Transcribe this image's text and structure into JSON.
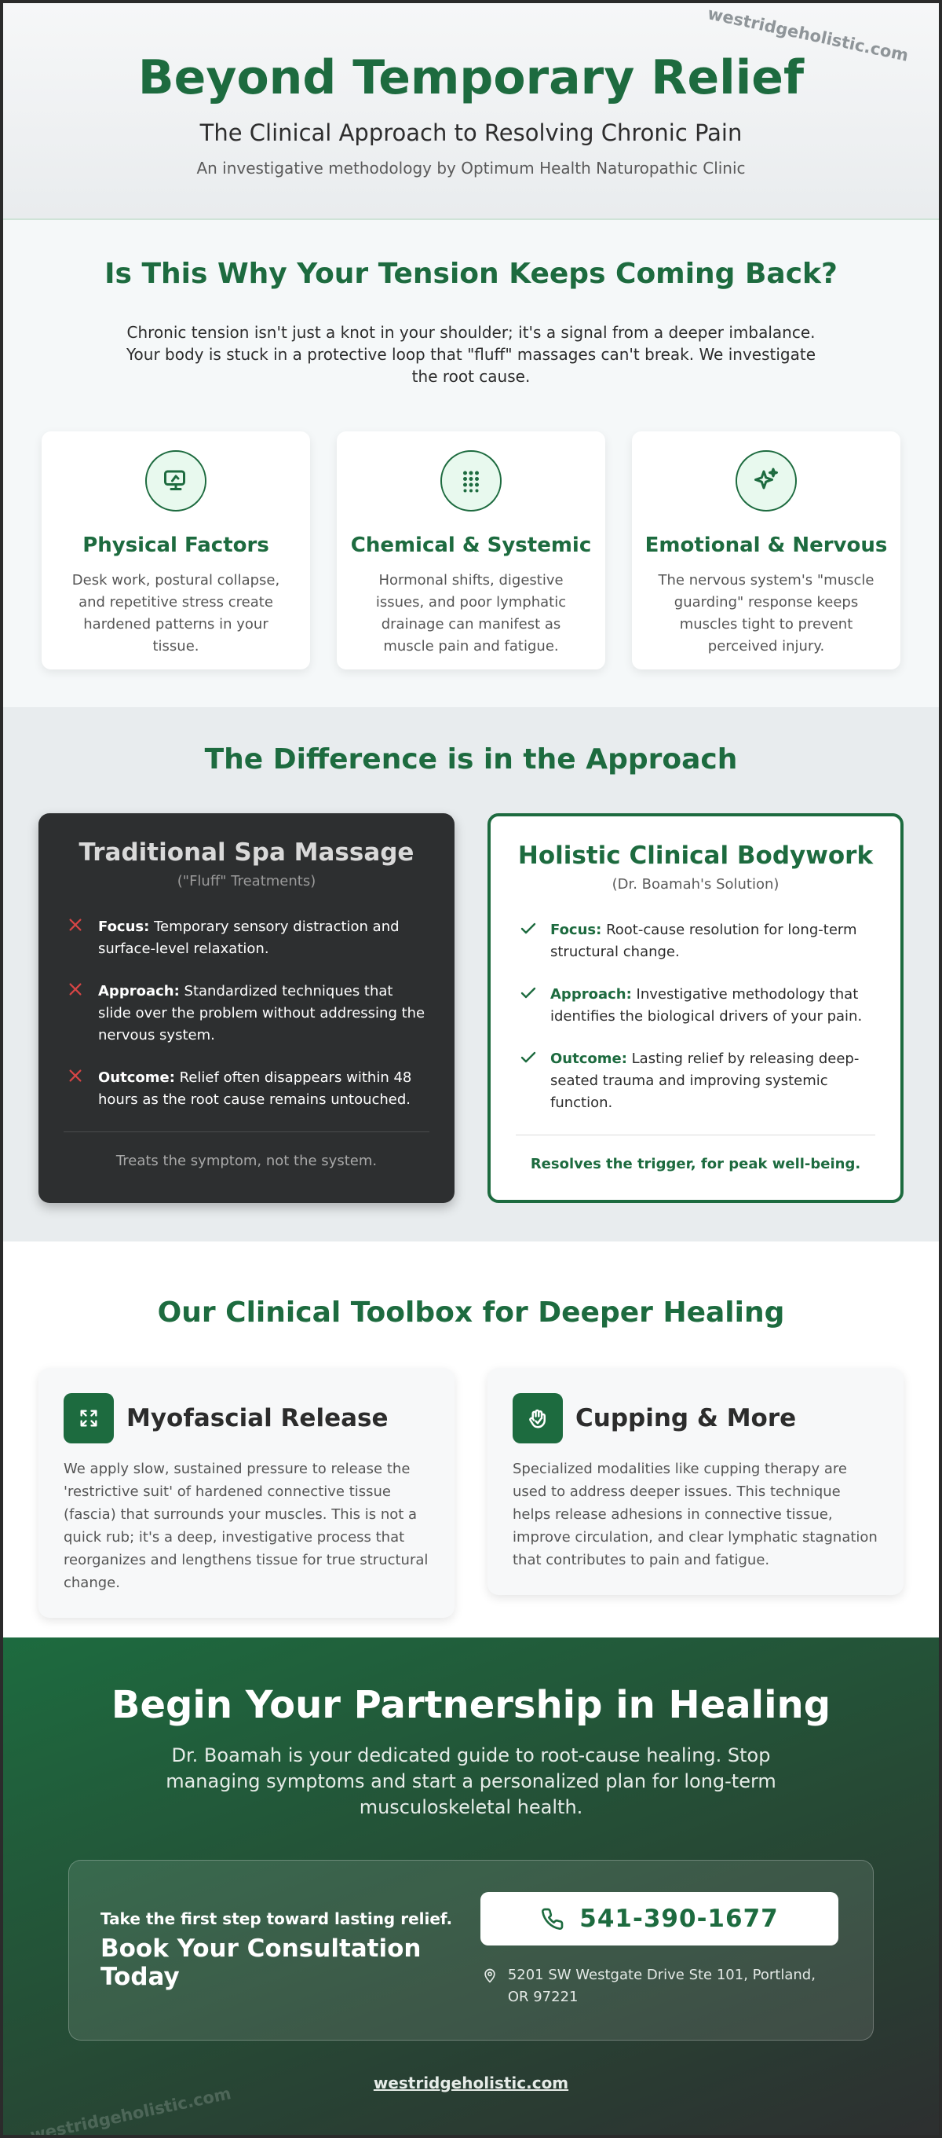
{
  "hero": {
    "watermark": "westridgeholistic.com",
    "title": "Beyond Temporary Relief",
    "subtitle": "The Clinical Approach to Resolving Chronic Pain",
    "byline": "An investigative methodology by Optimum Health Naturopathic Clinic"
  },
  "tension": {
    "title": "Is This Why Your Tension Keeps Coming Back?",
    "lead": "Chronic tension isn't just a knot in your shoulder; it's a signal from a deeper imbalance. Your body is stuck in a protective loop that \"fluff\" massages can't break. We investigate the root cause.",
    "factors": [
      {
        "icon": "desk-monitor-icon",
        "title": "Physical Factors",
        "text": "Desk work, postural collapse, and repetitive stress create hardened patterns in your tissue."
      },
      {
        "icon": "dots-grid-icon",
        "title": "Chemical & Systemic",
        "text": "Hormonal shifts, digestive issues, and poor lymphatic drainage can manifest as muscle pain and fatigue."
      },
      {
        "icon": "sparkle-icon",
        "title": "Emotional & Nervous",
        "text": "The nervous system's \"muscle guarding\" response keeps muscles tight to prevent perceived injury."
      }
    ]
  },
  "approach": {
    "title": "The Difference is in the Approach",
    "traditional": {
      "title": "Traditional Spa Massage",
      "subtitle": "(\"Fluff\" Treatments)",
      "points": [
        {
          "label": "Focus:",
          "text": "Temporary sensory distraction and surface-level relaxation."
        },
        {
          "label": "Approach:",
          "text": "Standardized techniques that slide over the problem without addressing the nervous system."
        },
        {
          "label": "Outcome:",
          "text": "Relief often disappears within 48 hours as the root cause remains untouched."
        }
      ],
      "footer": "Treats the symptom, not the system."
    },
    "holistic": {
      "title": "Holistic Clinical Bodywork",
      "subtitle": "(Dr. Boamah's Solution)",
      "points": [
        {
          "label": "Focus:",
          "text": "Root-cause resolution for long-term structural change."
        },
        {
          "label": "Approach:",
          "text": "Investigative methodology that identifies the biological drivers of your pain."
        },
        {
          "label": "Outcome:",
          "text": "Lasting relief by releasing deep-seated trauma and improving systemic function."
        }
      ],
      "footer": "Resolves the trigger, for peak well-being."
    }
  },
  "toolbox": {
    "title": "Our Clinical Toolbox for Deeper Healing",
    "tools": [
      {
        "icon": "expand-arrows-icon",
        "title": "Myofascial Release",
        "text": "We apply slow, sustained pressure to release the 'restrictive suit' of hardened connective tissue (fascia) that surrounds your muscles. This is not a quick rub; it's a deep, investigative process that reorganizes and lengthens tissue for true structural change."
      },
      {
        "icon": "hand-cupping-icon",
        "title": "Cupping & More",
        "text": "Specialized modalities like cupping therapy are used to address deeper issues. This technique helps release adhesions in connective tissue, improve circulation, and clear lymphatic stagnation that contributes to pain and fatigue."
      }
    ]
  },
  "cta": {
    "title": "Begin Your Partnership in Healing",
    "lead": "Dr. Boamah is your dedicated guide to root-cause healing. Stop managing symptoms and start a personalized plan for long-term musculoskeletal health.",
    "kicker": "Take the first step toward lasting relief.",
    "book": "Book Your Consultation Today",
    "phone": "541-390-1677",
    "address": "5201 SW Westgate Drive Ste 101, Portland, OR 97221",
    "site": "westridgeholistic.com",
    "watermark": "westridgeholistic.com"
  },
  "colors": {
    "brand_green": "#1d6b3f",
    "dark_card": "#2d2f30",
    "cross_red": "#d64545"
  }
}
